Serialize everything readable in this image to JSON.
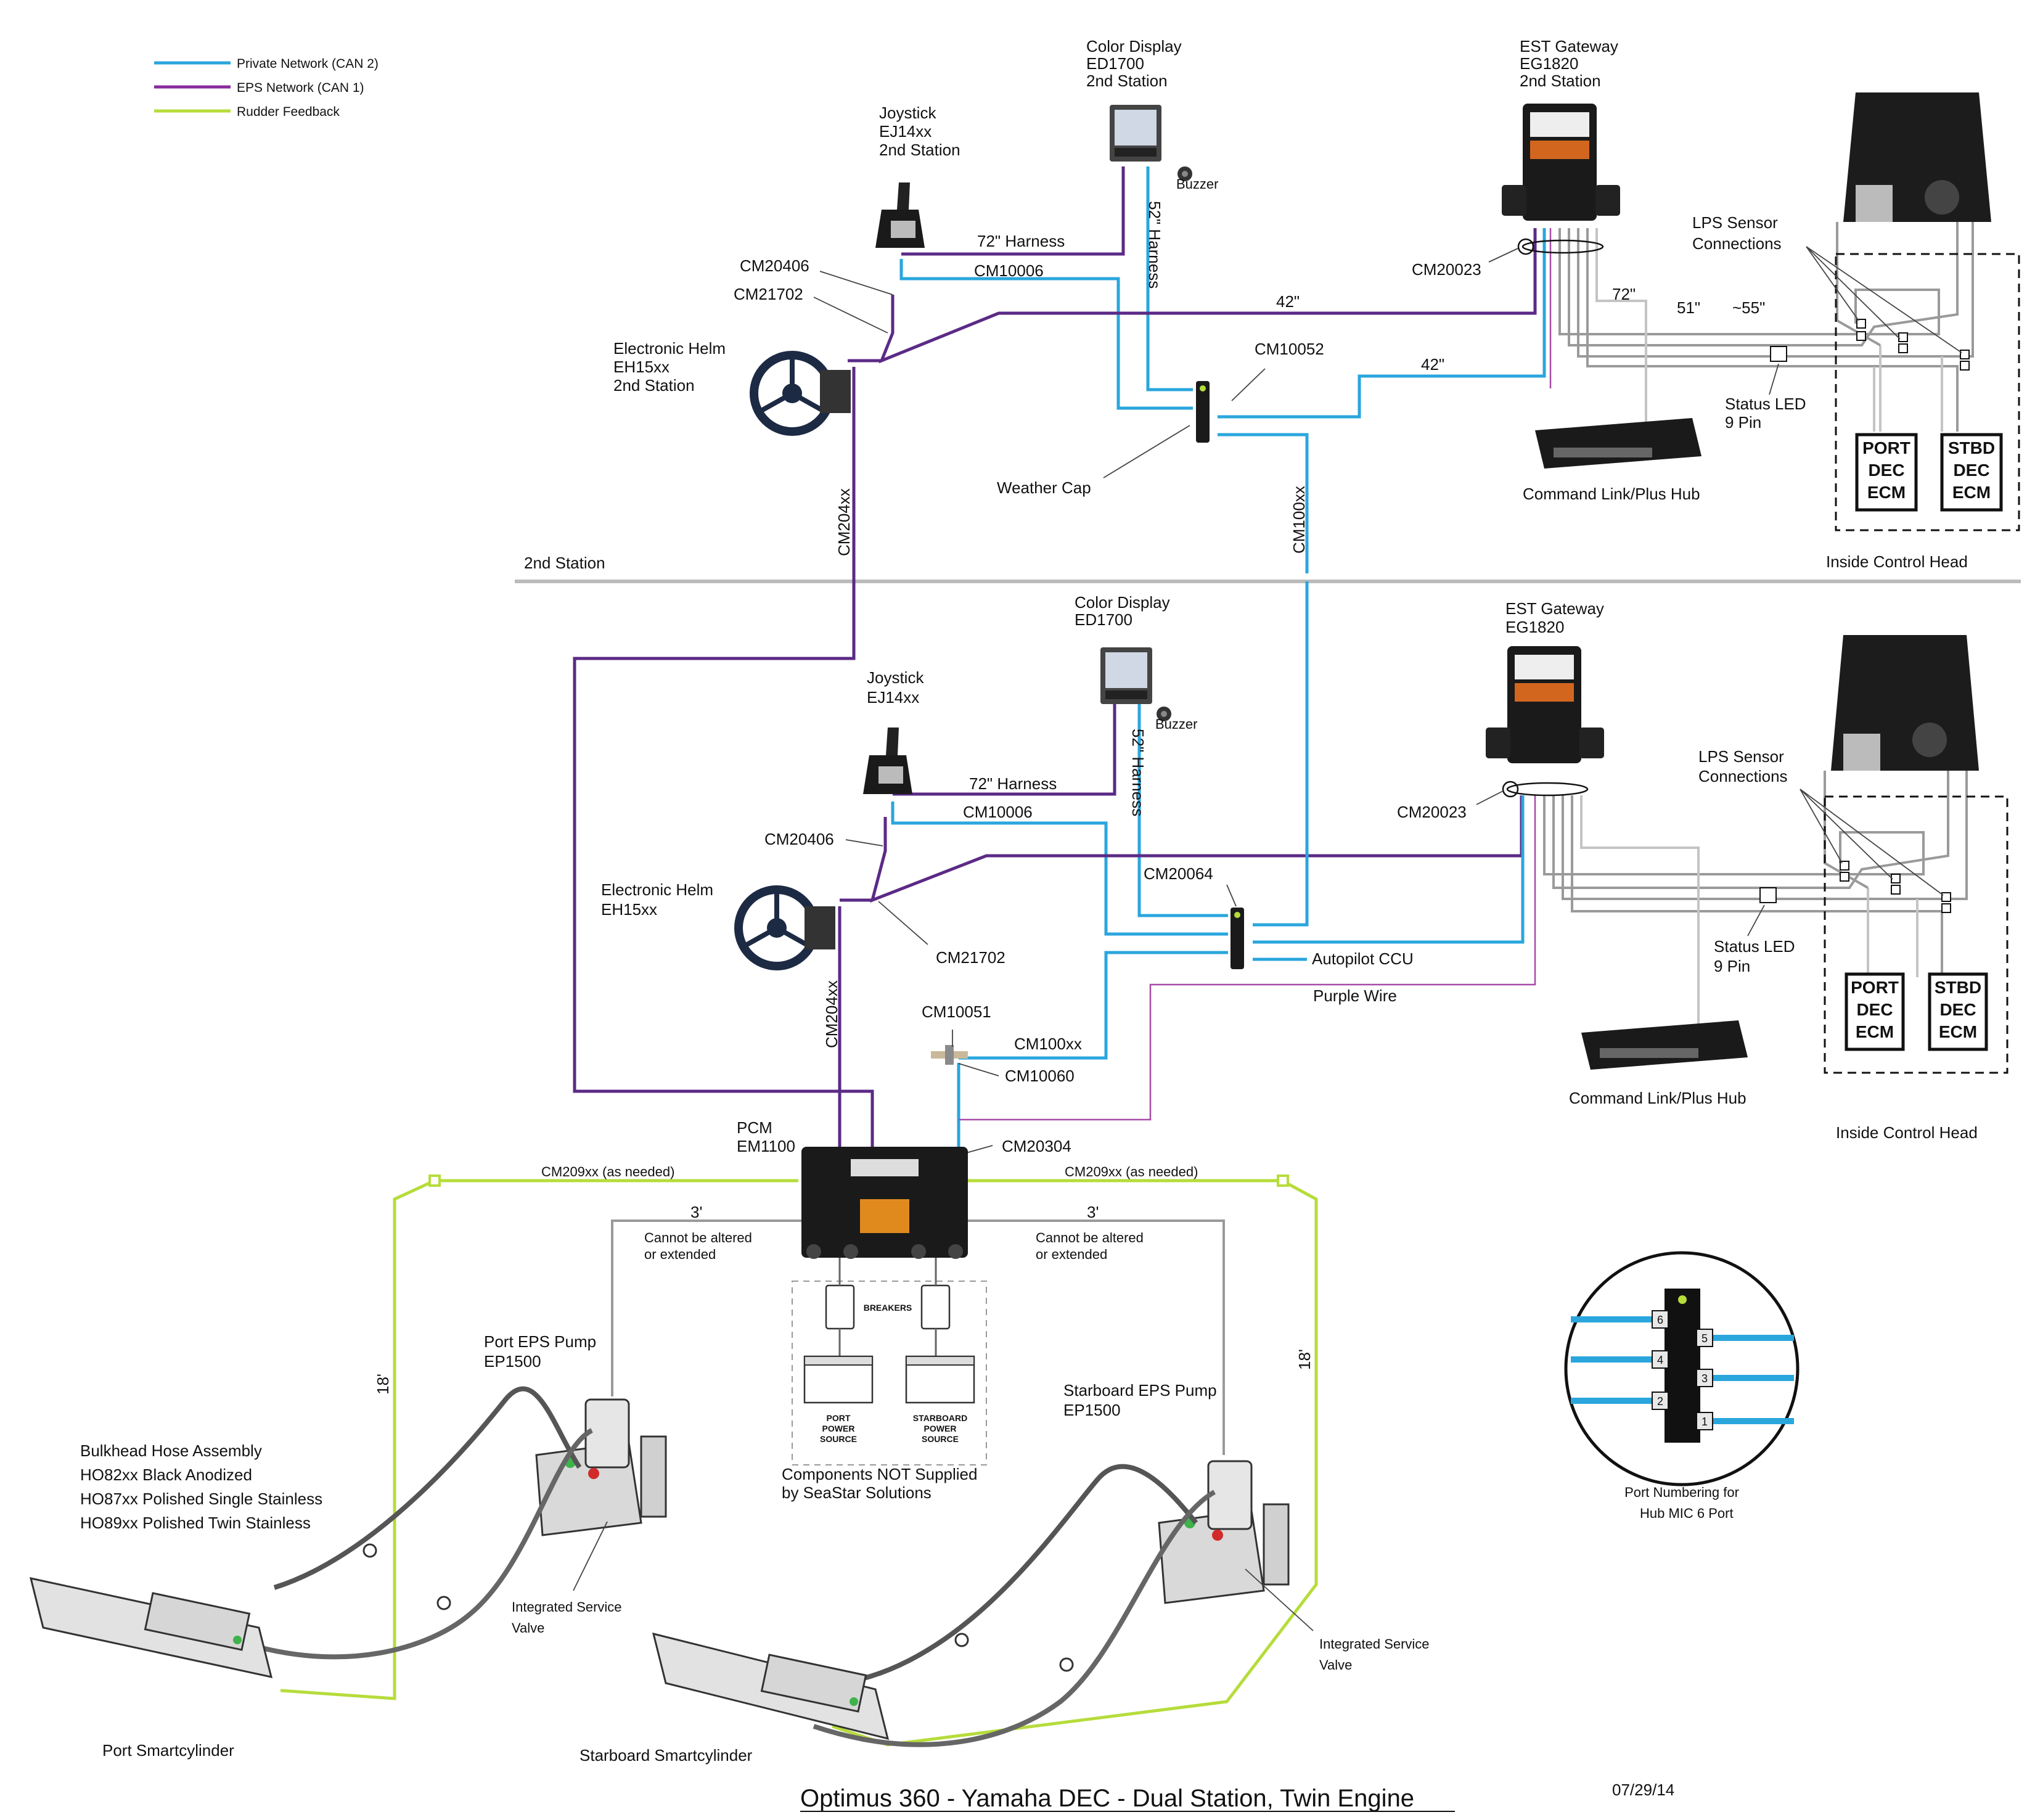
{
  "legend": {
    "private_network": "Private Network (CAN 2)",
    "eps_network": "EPS Network (CAN 1)",
    "rudder_feedback": "Rudder Feedback",
    "colors": {
      "private": "#2aa6dd",
      "eps": "#5b2a86",
      "rudder": "#b6dc3a"
    }
  },
  "upper": {
    "display": [
      "Color Display",
      "ED1700",
      "2nd Station"
    ],
    "gateway": [
      "EST Gateway",
      "EG1820",
      "2nd Station"
    ],
    "joystick": [
      "Joystick",
      "EJ14xx",
      "2nd Station"
    ],
    "helm": [
      "Electronic Helm",
      "EH15xx",
      "2nd Station"
    ],
    "harness72": "72\" Harness",
    "harness52": "52\" Harness",
    "cm10006": "CM10006",
    "cm20406": "CM20406",
    "cm21702": "CM21702",
    "len42a": "42\"",
    "len42b": "42\"",
    "cm10052": "CM10052",
    "weather_cap": "Weather Cap",
    "cm204xx": "CM204xx",
    "cm100xx": "CM100xx",
    "cm20023": "CM20023",
    "lps": [
      "LPS Sensor",
      "Connections"
    ],
    "len72": "72\"",
    "len51": "51\"",
    "len55": "~55\"",
    "status_led": [
      "Status LED",
      "9 Pin"
    ],
    "hub": "Command Link/Plus Hub",
    "port_ecm": [
      "PORT",
      "DEC",
      "ECM"
    ],
    "stbd_ecm": [
      "STBD",
      "DEC",
      "ECM"
    ],
    "inside": "Inside Control Head",
    "buzzer": "Buzzer"
  },
  "divider_label": "2nd Station",
  "lower": {
    "display": [
      "Color Display",
      "ED1700"
    ],
    "gateway": [
      "EST Gateway",
      "EG1820"
    ],
    "joystick": [
      "Joystick",
      "EJ14xx"
    ],
    "helm": [
      "Electronic Helm",
      "EH15xx"
    ],
    "harness72": "72\" Harness",
    "harness52": "52\" Harness",
    "cm10006": "CM10006",
    "cm20406": "CM20406",
    "cm21702": "CM21702",
    "cm20064": "CM20064",
    "autopilot": "Autopilot CCU",
    "purple_wire": "Purple Wire",
    "cm10051": "CM10051",
    "cm100xx": "CM100xx",
    "cm10060": "CM10060",
    "cm204xx": "CM204xx",
    "cm20023": "CM20023",
    "lps": [
      "LPS Sensor",
      "Connections"
    ],
    "status_led": [
      "Status LED",
      "9 Pin"
    ],
    "hub": "Command Link/Plus Hub",
    "port_ecm": [
      "PORT",
      "DEC",
      "ECM"
    ],
    "stbd_ecm": [
      "STBD",
      "DEC",
      "ECM"
    ],
    "inside": "Inside Control Head",
    "buzzer": "Buzzer"
  },
  "pcm": {
    "label": [
      "PCM",
      "EM1100"
    ],
    "cm20304": "CM20304",
    "cm209_left": "CM209xx  (as needed)",
    "cm209_right": "CM209xx  (as needed)",
    "len3_left": "3'",
    "len3_right": "3'",
    "cannot_left": [
      "Cannot be altered",
      "or extended"
    ],
    "cannot_right": [
      "Cannot be altered",
      "or extended"
    ],
    "breakers": "BREAKERS",
    "port_power": [
      "PORT",
      "POWER",
      "SOURCE"
    ],
    "stbd_power": [
      "STARBOARD",
      "POWER",
      "SOURCE"
    ],
    "not_supplied": [
      "Components NOT Supplied",
      "by SeaStar Solutions"
    ]
  },
  "pumps": {
    "port": [
      "Port EPS Pump",
      "EP1500"
    ],
    "stbd": [
      "Starboard EPS Pump",
      "EP1500"
    ],
    "valve_left": [
      "Integrated Service",
      "Valve"
    ],
    "valve_right": [
      "Integrated Service",
      "Valve"
    ],
    "len18_left": "18'",
    "len18_right": "18'",
    "hose": [
      "Bulkhead Hose Assembly",
      "HO82xx  Black Anodized",
      "HO87xx  Polished Single Stainless",
      "HO89xx  Polished Twin Stainless"
    ],
    "port_cyl": "Port Smartcylinder",
    "stbd_cyl": "Starboard Smartcylinder"
  },
  "hub_ports": {
    "ports": [
      "6",
      "5",
      "4",
      "3",
      "2",
      "1"
    ],
    "caption": [
      "Port Numbering for",
      "Hub MIC 6 Port"
    ]
  },
  "footer": {
    "title": "Optimus 360 - Yamaha DEC - Dual Station, Twin Engine",
    "date": "07/29/14"
  }
}
